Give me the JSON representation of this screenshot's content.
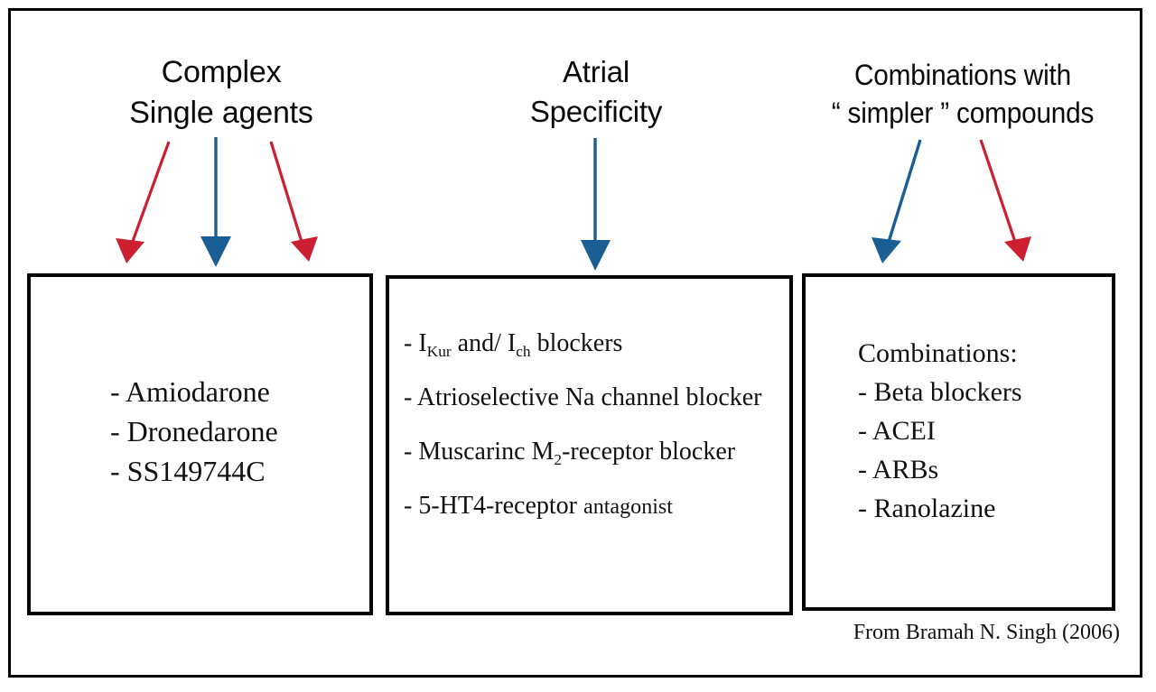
{
  "figure": {
    "citation": "From Bramah N. Singh (2006)",
    "colors": {
      "red_arrow": "#cc1f32",
      "blue_arrow": "#1b5e94",
      "border": "#000000",
      "text": "#111111",
      "background": "#ffffff"
    }
  },
  "columns": [
    {
      "heading": "Complex\nSingle agents",
      "arrows": [
        {
          "name": "arrow-single-agents-left",
          "color": "red",
          "direction": "down-left"
        },
        {
          "name": "arrow-single-agents-center",
          "color": "blue",
          "direction": "down"
        },
        {
          "name": "arrow-single-agents-right",
          "color": "red",
          "direction": "down-right"
        }
      ],
      "box": {
        "name": "box-single-agents",
        "lines": [
          "- Amiodarone",
          "- Dronedarone",
          "- SS149744C"
        ]
      }
    },
    {
      "heading": "Atrial\nSpecificity",
      "arrows": [
        {
          "name": "arrow-atrial-center",
          "color": "blue",
          "direction": "down"
        }
      ],
      "box": {
        "name": "box-atrial",
        "lines": [
          {
            "prefix": "- I",
            "sub1": "Kur",
            "mid": " and/ I",
            "sub2": "ch",
            "suffix": " blockers"
          },
          {
            "text": "- Atrioselective Na channel blocker"
          },
          {
            "prefix": "-  Muscarinc M",
            "sub1": "2",
            "suffix": "-receptor blocker"
          },
          {
            "text": "- 5-HT4-receptor ",
            "small": "antagonist"
          }
        ]
      }
    },
    {
      "heading": "Combinations with\n“ simpler ” compounds",
      "arrows": [
        {
          "name": "arrow-combinations-left",
          "color": "blue",
          "direction": "down-left"
        },
        {
          "name": "arrow-combinations-right",
          "color": "red",
          "direction": "down-right"
        }
      ],
      "box": {
        "name": "box-combinations",
        "lines": [
          "Combinations:",
          "- Beta blockers",
          "-  ACEI",
          "-  ARBs",
          "-  Ranolazine"
        ]
      }
    }
  ]
}
